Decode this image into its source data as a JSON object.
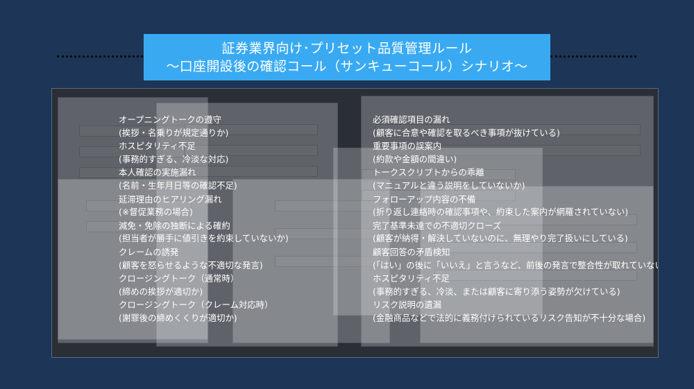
{
  "title": {
    "line1": "証券業界向け･プリセット品質管理ルール",
    "line2": "～口座開設後の確認コール（サンキューコール）シナリオ～"
  },
  "left_items": [
    {
      "title": "オープニングトークの遵守",
      "desc": "(挨拶・名乗りが規定通りか)"
    },
    {
      "title": "ホスピタリティ不足",
      "desc": "(事務的すぎる、冷淡な対応)"
    },
    {
      "title": "本人確認の実施漏れ",
      "desc": "(名前・生年月日等の確認不足)"
    },
    {
      "title": "延滞理由のヒアリング漏れ",
      "desc": "(※督促業務の場合)"
    },
    {
      "title": "減免・免除の独断による確約",
      "desc": "(担当者が勝手に値引きを約束していないか)"
    },
    {
      "title": "クレームの誘発",
      "desc": "(顧客を怒らせるような不適切な発言)"
    },
    {
      "title": "クロージングトーク（通常時）",
      "desc": "(締めの挨拶が適切か)"
    },
    {
      "title": "クロージングトーク（クレーム対応時）",
      "desc": "(謝罪後の締めくくりが適切か)"
    }
  ],
  "right_items": [
    {
      "title": "必須確認項目の漏れ",
      "desc": "(顧客に合意や確認を取るべき事項が抜けている)"
    },
    {
      "title": "重要事項の誤案内",
      "desc": "(約款や金額の間違い)"
    },
    {
      "title": "トークスクリプトからの乖離",
      "desc": "(マニュアルと違う説明をしていないか)"
    },
    {
      "title": "フォローアップ内容の不備",
      "desc": "(折り返し連絡時の確認事項や、約束した案内が網羅されていない)"
    },
    {
      "title": "完了基準未達での不適切クローズ",
      "desc": "(顧客が納得・解決していないのに、無理やり完了扱いにしている)"
    },
    {
      "title": "顧客回答の矛盾検知",
      "desc": "(「はい」の後に「いいえ」と言うなど、前後の発言で整合性が取れていない)"
    },
    {
      "title": "ホスピタリティ不足",
      "desc": "(事務的すぎる、冷淡、または顧客に寄り添う姿勢が欠けている)"
    },
    {
      "title": "リスク説明の遺漏",
      "desc": "(金融商品などで法的に義務付けられているリスク告知が不十分な場合)"
    }
  ],
  "colors": {
    "background": "#1d3557",
    "title_bg": "#39aaf2",
    "text": "#ffffff"
  }
}
